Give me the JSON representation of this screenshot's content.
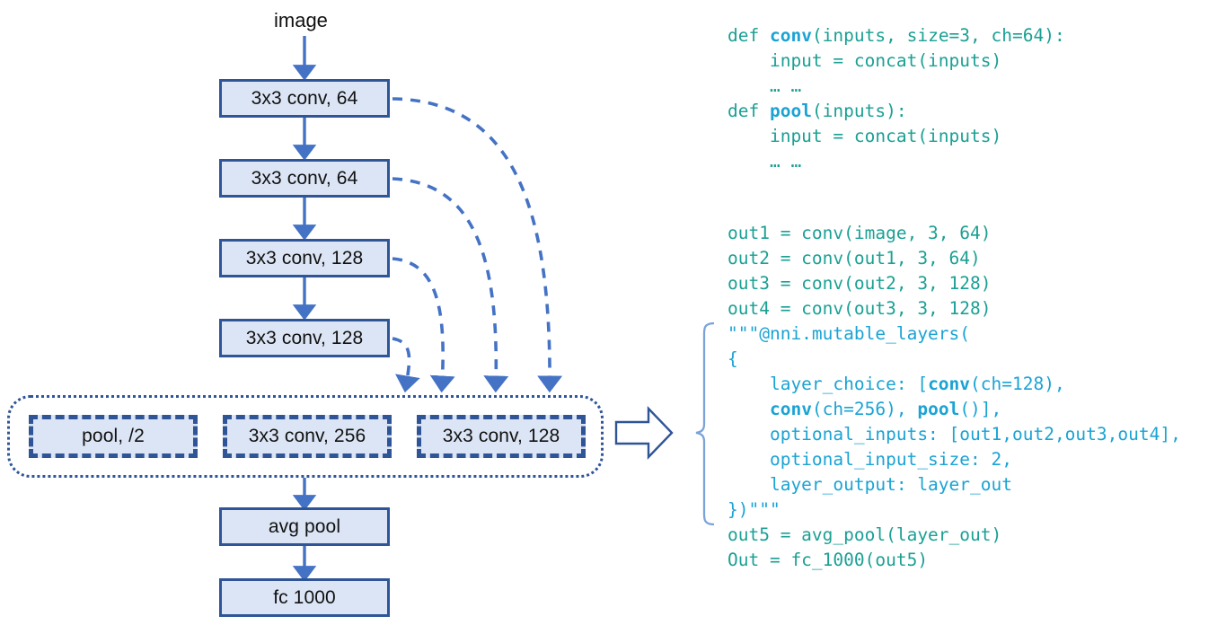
{
  "figure": {
    "title": "NNI mutable_layers model-space diagram",
    "colors": {
      "node_fill": "#dce5f5",
      "node_border": "#2f5597",
      "arrow": "#4472c4",
      "code_green": "#1ba094",
      "code_blue": "#1aa3d4",
      "brace": "#7ba3d8"
    }
  },
  "diagram": {
    "input_label": "image",
    "nodes": [
      {
        "id": "conv1",
        "label": "3x3 conv, 64"
      },
      {
        "id": "conv2",
        "label": "3x3 conv, 64"
      },
      {
        "id": "conv3",
        "label": "3x3 conv, 128"
      },
      {
        "id": "conv4",
        "label": "3x3 conv, 128"
      }
    ],
    "choice_group": {
      "options": [
        {
          "id": "opt-pool",
          "label": "pool, /2"
        },
        {
          "id": "opt-conv256",
          "label": "3x3 conv, 256"
        },
        {
          "id": "opt-conv128",
          "label": "3x3 conv, 128"
        }
      ]
    },
    "tail_nodes": [
      {
        "id": "avgpool",
        "label": "avg pool"
      },
      {
        "id": "fc",
        "label": "fc 1000"
      }
    ],
    "skip_connection_count": 4
  },
  "code": {
    "block_defs": {
      "lines": [
        {
          "id": "l1",
          "parts": [
            {
              "t": "def ",
              "s": "g"
            },
            {
              "t": "conv",
              "s": "b"
            },
            {
              "t": "(inputs, size=3, ch=64):",
              "s": "g"
            }
          ]
        },
        {
          "id": "l2",
          "parts": [
            {
              "t": "    input = concat(inputs)",
              "s": "g"
            }
          ]
        },
        {
          "id": "l3",
          "parts": [
            {
              "t": "    … …",
              "s": "g"
            }
          ]
        },
        {
          "id": "l4",
          "parts": [
            {
              "t": "def ",
              "s": "g"
            },
            {
              "t": "pool",
              "s": "b"
            },
            {
              "t": "(inputs):",
              "s": "g"
            }
          ]
        },
        {
          "id": "l5",
          "parts": [
            {
              "t": "    input = concat(inputs)",
              "s": "g"
            }
          ]
        },
        {
          "id": "l6",
          "parts": [
            {
              "t": "    … …",
              "s": "g"
            }
          ]
        }
      ]
    },
    "block_main": {
      "lines": [
        {
          "id": "m1",
          "parts": [
            {
              "t": "out1 = conv(image, 3, 64)",
              "s": "g"
            }
          ]
        },
        {
          "id": "m2",
          "parts": [
            {
              "t": "out2 = conv(out1, 3, 64)",
              "s": "g"
            }
          ]
        },
        {
          "id": "m3",
          "parts": [
            {
              "t": "out3 = conv(out2, 3, 128)",
              "s": "g"
            }
          ]
        },
        {
          "id": "m4",
          "parts": [
            {
              "t": "out4 = conv(out3, 3, 128)",
              "s": "g"
            }
          ]
        },
        {
          "id": "m5",
          "parts": [
            {
              "t": "\"\"\"@nni.mutable_layers(",
              "s": "c"
            }
          ]
        },
        {
          "id": "m6",
          "parts": [
            {
              "t": "{",
              "s": "c"
            }
          ]
        },
        {
          "id": "m7",
          "parts": [
            {
              "t": "    layer_choice: [",
              "s": "c"
            },
            {
              "t": "conv",
              "s": "cb"
            },
            {
              "t": "(ch=128),",
              "s": "c"
            }
          ]
        },
        {
          "id": "m8",
          "parts": [
            {
              "t": "    ",
              "s": "c"
            },
            {
              "t": "conv",
              "s": "cb"
            },
            {
              "t": "(ch=256), ",
              "s": "c"
            },
            {
              "t": "pool",
              "s": "cb"
            },
            {
              "t": "()],",
              "s": "c"
            }
          ]
        },
        {
          "id": "m9",
          "parts": [
            {
              "t": "    optional_inputs: [out1,out2,out3,out4],",
              "s": "c"
            }
          ]
        },
        {
          "id": "m10",
          "parts": [
            {
              "t": "    optional_input_size: 2,",
              "s": "c"
            }
          ]
        },
        {
          "id": "m11",
          "parts": [
            {
              "t": "    layer_output: layer_out",
              "s": "c"
            }
          ]
        },
        {
          "id": "m12",
          "parts": [
            {
              "t": "})\"\"\"",
              "s": "c"
            }
          ]
        },
        {
          "id": "m13",
          "parts": [
            {
              "t": "out5 = avg_pool(layer_out)",
              "s": "g"
            }
          ]
        },
        {
          "id": "m14",
          "parts": [
            {
              "t": "Out = fc_1000(out5)",
              "s": "g"
            }
          ]
        }
      ]
    }
  }
}
